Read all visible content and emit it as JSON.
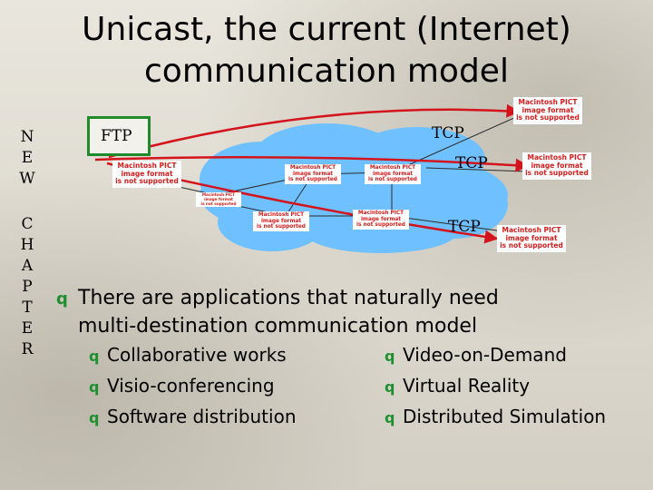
{
  "title": [
    "Unicast, the current (Internet)",
    "communication model"
  ],
  "side_text": {
    "word1": [
      "N",
      "E",
      "W"
    ],
    "word2": [
      "C",
      "H",
      "A",
      "P",
      "T",
      "E",
      "R"
    ]
  },
  "diagram": {
    "ftp_label": "FTP",
    "tcp_labels": [
      "TCP",
      "TCP",
      "TCP"
    ],
    "placeholder_lines": [
      "Macintosh PICT",
      "image format",
      "is not supported"
    ],
    "colors": {
      "cloud": "#6fc0ff",
      "arrows": "#d4141c",
      "ftp_border": "#1f8a2a",
      "placeholder_text": "#d41c1c"
    }
  },
  "main_bullet": [
    "There are applications that naturally need",
    "multi-destination communication model"
  ],
  "sub_bullets_left": [
    "Collaborative works",
    "Visio-conferencing",
    "Software distribution"
  ],
  "sub_bullets_right": [
    "Video-on-Demand",
    "Virtual Reality",
    "Distributed Simulation"
  ],
  "bullet_icon": "q"
}
